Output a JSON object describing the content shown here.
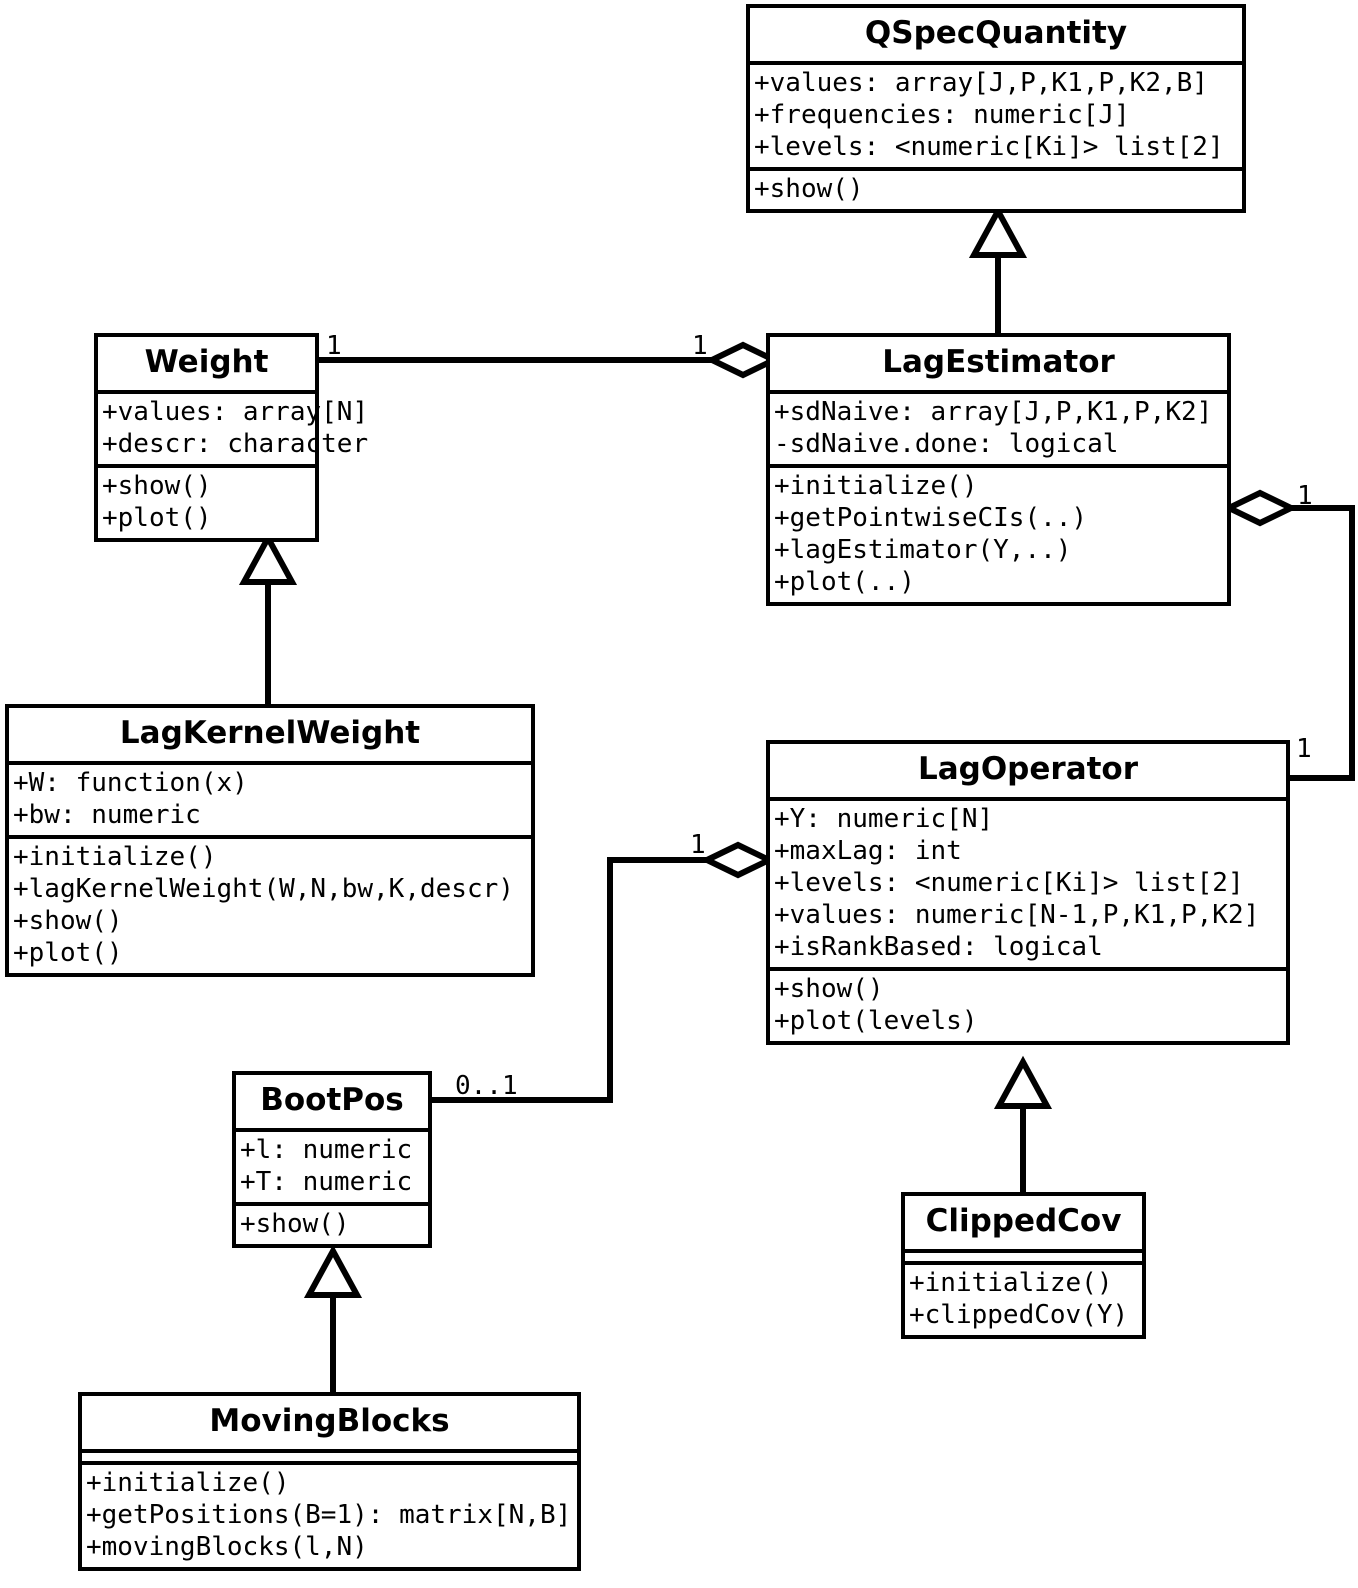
{
  "diagram": {
    "kind": "uml-class-diagram",
    "title": "",
    "stroke_color": "#000000",
    "background_color": "#ffffff"
  },
  "classes": [
    {
      "id": "qspecquantity",
      "name": "QSpecQuantity",
      "attributes": [
        "+values: array[J,P,K1,P,K2,B]",
        "+frequencies: numeric[J]",
        "+levels: <numeric[Ki]> list[2]"
      ],
      "methods": [
        "+show()"
      ]
    },
    {
      "id": "weight",
      "name": "Weight",
      "attributes": [
        "+values: array[N]",
        "+descr: character"
      ],
      "methods": [
        "+show()",
        "+plot()"
      ]
    },
    {
      "id": "lagestimator",
      "name": "LagEstimator",
      "attributes": [
        "+sdNaive: array[J,P,K1,P,K2]",
        "-sdNaive.done: logical"
      ],
      "methods": [
        "+initialize()",
        "+getPointwiseCIs(..)",
        "+lagEstimator(Y,..)",
        "+plot(..)"
      ]
    },
    {
      "id": "lagkernelweight",
      "name": "LagKernelWeight",
      "attributes": [
        "+W: function(x)",
        "+bw: numeric"
      ],
      "methods": [
        "+initialize()",
        "+lagKernelWeight(W,N,bw,K,descr)",
        "+show()",
        "+plot()"
      ]
    },
    {
      "id": "lagoperator",
      "name": "LagOperator",
      "attributes": [
        "+Y: numeric[N]",
        "+maxLag: int",
        "+levels: <numeric[Ki]> list[2]",
        "+values: numeric[N-1,P,K1,P,K2]",
        "+isRankBased: logical"
      ],
      "methods": [
        "+show()",
        "+plot(levels)"
      ]
    },
    {
      "id": "bootpos",
      "name": "BootPos",
      "attributes": [
        "+l: numeric",
        "+T: numeric"
      ],
      "methods": [
        "+show()"
      ]
    },
    {
      "id": "clippedcov",
      "name": "ClippedCov",
      "attributes": [],
      "methods": [
        "+initialize()",
        "+clippedCov(Y)"
      ]
    },
    {
      "id": "movingblocks",
      "name": "MovingBlocks",
      "attributes": [],
      "methods": [
        "+initialize()",
        "+getPositions(B=1): matrix[N,B]",
        "+movingBlocks(l,N)"
      ]
    }
  ],
  "relationships": [
    {
      "id": "rel-lagestimator-qspecquantity",
      "type": "generalization",
      "from": "LagEstimator",
      "to": "QSpecQuantity"
    },
    {
      "id": "rel-lagkernelweight-weight",
      "type": "generalization",
      "from": "LagKernelWeight",
      "to": "Weight"
    },
    {
      "id": "rel-movingblocks-bootpos",
      "type": "generalization",
      "from": "MovingBlocks",
      "to": "BootPos"
    },
    {
      "id": "rel-clippedcov-lagoperator",
      "type": "generalization",
      "from": "ClippedCov",
      "to": "LagOperator"
    },
    {
      "id": "rel-weight-lagestimator",
      "type": "aggregation",
      "from": "Weight",
      "to": "LagEstimator",
      "source_multiplicity": "1",
      "target_multiplicity": "1"
    },
    {
      "id": "rel-lagoperator-lagestimator",
      "type": "aggregation",
      "from": "LagOperator",
      "to": "LagEstimator",
      "source_multiplicity": "1",
      "target_multiplicity": "1"
    },
    {
      "id": "rel-bootpos-lagoperator",
      "type": "aggregation",
      "from": "BootPos",
      "to": "LagOperator",
      "source_multiplicity": "0..1",
      "target_multiplicity": "1"
    }
  ],
  "multiplicity_labels": [
    {
      "id": "mult-weight-right",
      "text": "1"
    },
    {
      "id": "mult-lagestimator-left",
      "text": "1"
    },
    {
      "id": "mult-lagestimator-right",
      "text": "1"
    },
    {
      "id": "mult-lagoperator-topright",
      "text": "1"
    },
    {
      "id": "mult-lagoperator-left",
      "text": "1"
    },
    {
      "id": "mult-bootpos-right",
      "text": "0..1"
    }
  ]
}
